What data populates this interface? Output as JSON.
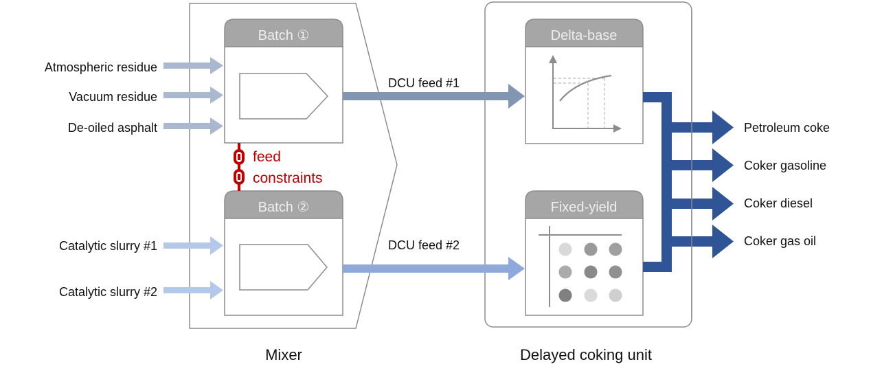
{
  "colors": {
    "outline": "#8c8c8c",
    "header_fill": "#a6a6a6",
    "header_text": "#eeeeee",
    "arrow_group1": "#a9b8cf",
    "arrow_group2": "#b4c9ea",
    "feed1": "#8096b2",
    "feed2": "#8eaadc",
    "product": "#2f5597",
    "constraint": "#c00000",
    "text": "#111111"
  },
  "inputs": {
    "group1": [
      "Atmospheric residue",
      "Vacuum residue",
      "De-oiled asphalt"
    ],
    "group2": [
      "Catalytic slurry #1",
      "Catalytic slurry #2"
    ]
  },
  "mixer": {
    "label": "Mixer",
    "batch1": {
      "title": "Batch ①",
      "icon": "pentagon-arrow-icon"
    },
    "batch2": {
      "title": "Batch ②",
      "icon": "pentagon-arrow-icon"
    },
    "constraint": {
      "line1": "feed",
      "line2": "constraints",
      "icon": "chain-link-icon"
    }
  },
  "feeds": {
    "feed1": "DCU feed #1",
    "feed2": "DCU feed #2"
  },
  "dcu": {
    "label": "Delayed coking unit",
    "model1": {
      "title": "Delta-base",
      "icon": "curve-chart-icon"
    },
    "model2": {
      "title": "Fixed-yield",
      "icon": "dot-matrix-icon",
      "dot_shades": [
        "#d9d9d9",
        "#9a9a9a",
        "#a0a0a0",
        "#ababab",
        "#8a8a8a",
        "#909090",
        "#808080",
        "#dadada",
        "#cfcfcf"
      ]
    }
  },
  "products": [
    "Petroleum coke",
    "Coker gasoline",
    "Coker diesel",
    "Coker gas oil"
  ]
}
